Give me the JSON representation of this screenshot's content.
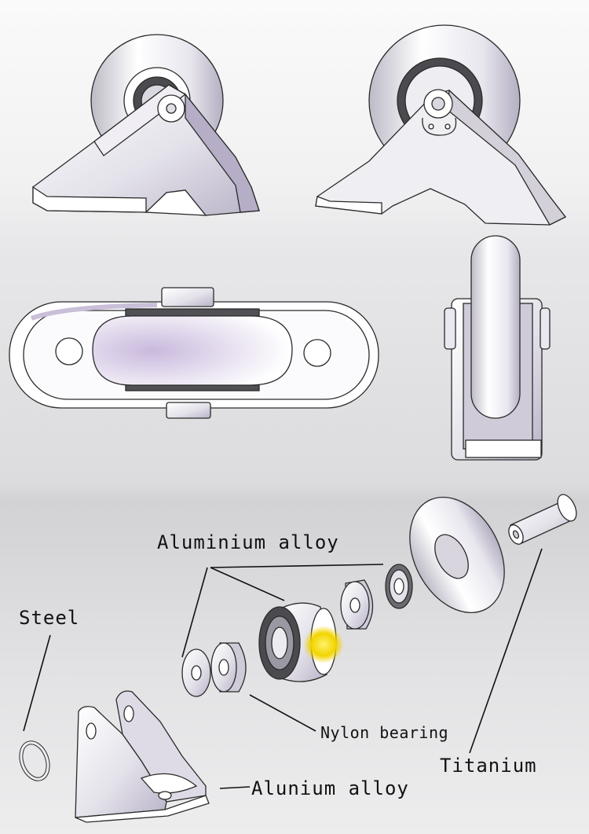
{
  "labels": {
    "aluminium_alloy": "Aluminium alloy",
    "steel": "Steel",
    "nylon_bearing": "Nylon bearing",
    "titanium": "Titanium",
    "alunium_alloy": "Alunium alloy"
  },
  "colors": {
    "outline": "#2a2a2a",
    "metal_light": "#f4f4f6",
    "metal_shadow": "#b9b6c4",
    "lilac_tint": "#c9bfd9",
    "dark_bearing": "#4b4b4f",
    "highlight": "#f7e400"
  }
}
